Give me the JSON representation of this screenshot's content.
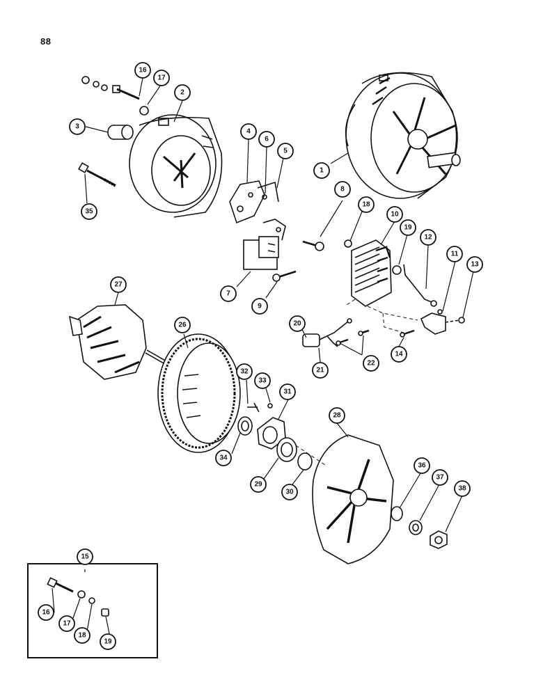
{
  "page": {
    "number": "88"
  },
  "inset": {
    "label": "15"
  },
  "callouts": [
    "1",
    "2",
    "3",
    "4",
    "5",
    "6",
    "7",
    "8",
    "9",
    "10",
    "11",
    "12",
    "13",
    "14",
    "16",
    "17",
    "18",
    "19",
    "20",
    "21",
    "22",
    "26",
    "27",
    "28",
    "29",
    "30",
    "31",
    "32",
    "33",
    "34",
    "35",
    "36",
    "37",
    "38",
    "16",
    "17",
    "18",
    "19"
  ],
  "colors": {
    "ink": "#111111",
    "paper": "#ffffff",
    "shade": "#555555"
  }
}
